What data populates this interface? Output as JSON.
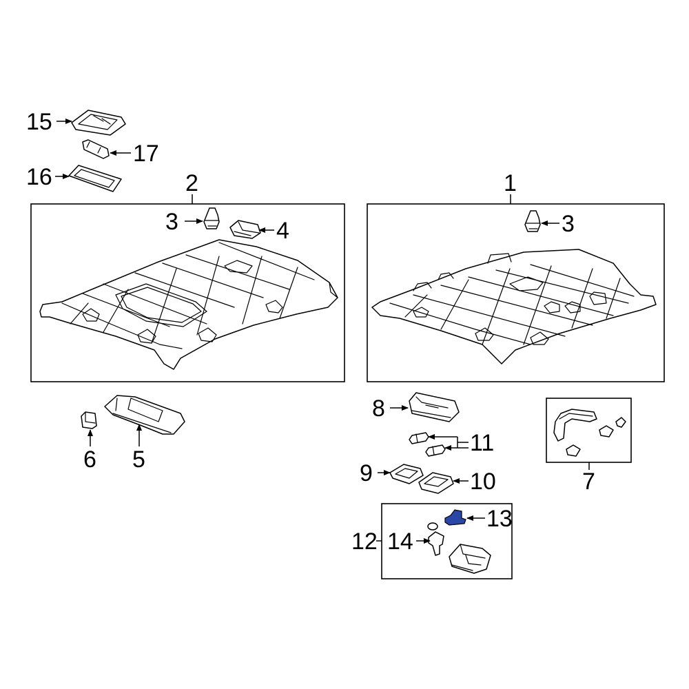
{
  "callouts": {
    "c1": "1",
    "c2": "2",
    "c3a": "3",
    "c3b": "3",
    "c4": "4",
    "c5": "5",
    "c6": "6",
    "c7": "7",
    "c8": "8",
    "c9": "9",
    "c10": "10",
    "c11": "11",
    "c12": "12",
    "c13": "13",
    "c14": "14",
    "c15": "15",
    "c16": "16",
    "c17": "17"
  },
  "colors": {
    "highlight": "#2a47a8",
    "line": "#000000",
    "background": "#ffffff"
  }
}
